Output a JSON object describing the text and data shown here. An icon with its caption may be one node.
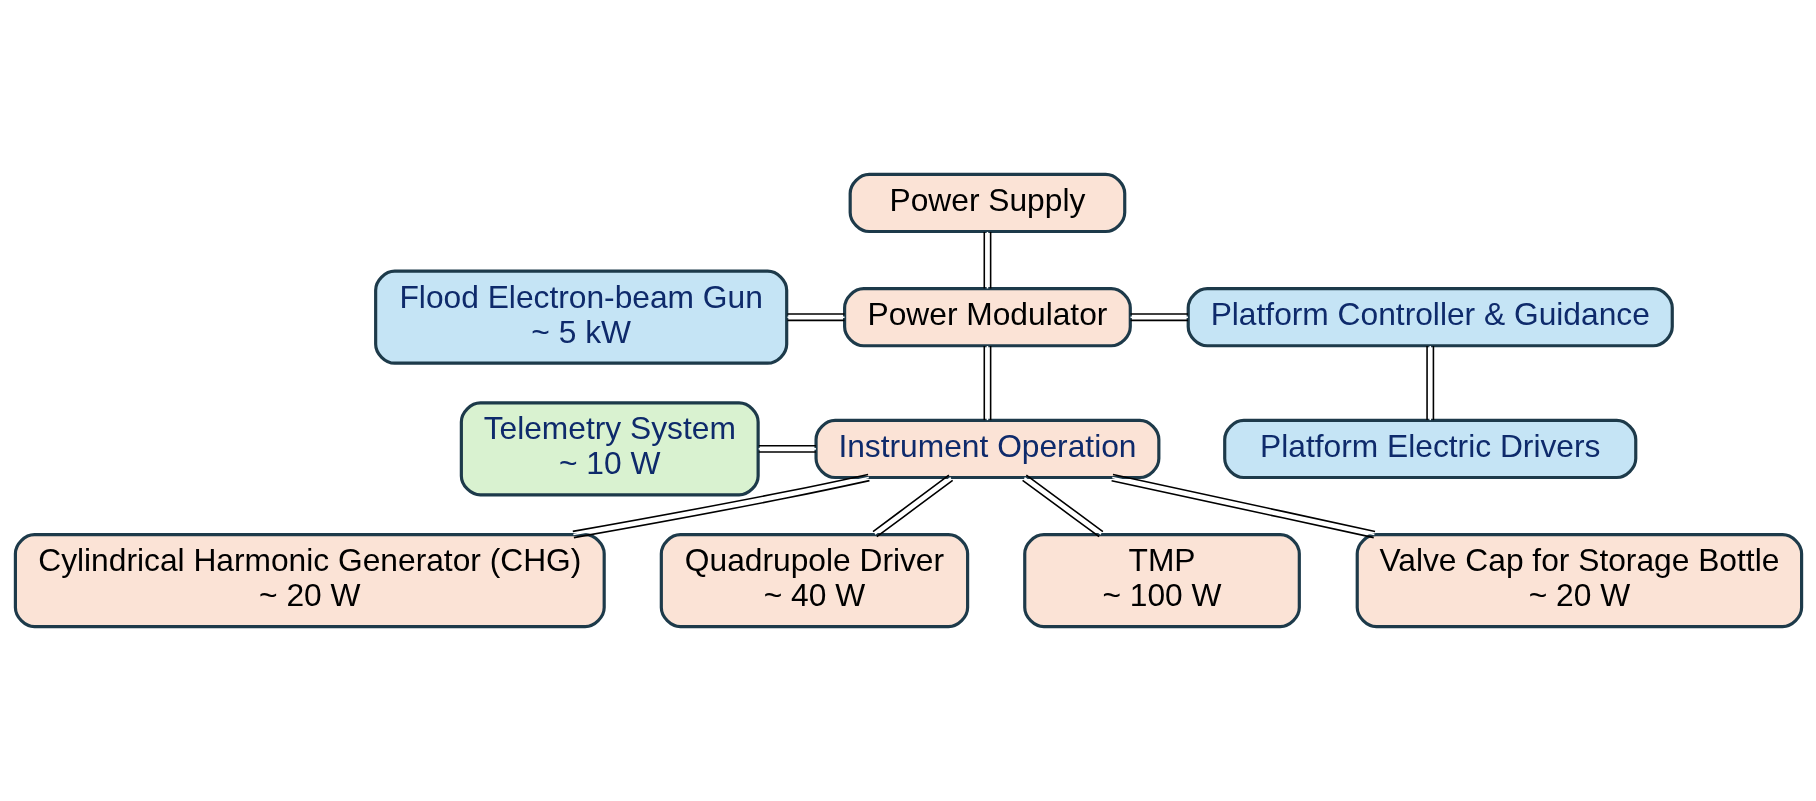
{
  "diagram": {
    "nodes": [
      {
        "text": [
          "Power Supply"
        ]
      },
      {
        "text": [
          "Power Modulator"
        ]
      },
      {
        "text": [
          "Flood Electron-beam Gun",
          "~ 5 kW"
        ]
      },
      {
        "text": [
          "Platform Controller & Guidance"
        ]
      },
      {
        "text": [
          "Telemetry System",
          "~ 10 W"
        ]
      },
      {
        "text": [
          "Instrument Operation"
        ]
      },
      {
        "text": [
          "Platform Electric Drivers"
        ]
      },
      {
        "text": [
          "Cylindrical Harmonic Generator (CHG)",
          "~ 20 W"
        ]
      },
      {
        "text": [
          "Quadrupole Driver",
          "~ 40 W"
        ]
      },
      {
        "text": [
          "TMP",
          "~ 100 W"
        ]
      },
      {
        "text": [
          "Valve Cap for Storage Bottle",
          "~ 20 W"
        ]
      }
    ],
    "edges": [
      {
        "from": 0,
        "to": 1,
        "arrow": "none"
      },
      {
        "from": 2,
        "to": 1,
        "arrow": "none"
      },
      {
        "from": 1,
        "to": 3,
        "arrow": "none"
      },
      {
        "from": 1,
        "to": 5,
        "arrow": "none"
      },
      {
        "from": 3,
        "to": 6,
        "arrow": "none"
      },
      {
        "from": 4,
        "to": 5,
        "arrow": "none"
      },
      {
        "from": 5,
        "to": 7,
        "arrow": "none"
      },
      {
        "from": 5,
        "to": 8,
        "arrow": "none"
      },
      {
        "from": 5,
        "to": 9,
        "arrow": "none"
      },
      {
        "from": 5,
        "to": 10,
        "arrow": "none"
      }
    ]
  }
}
